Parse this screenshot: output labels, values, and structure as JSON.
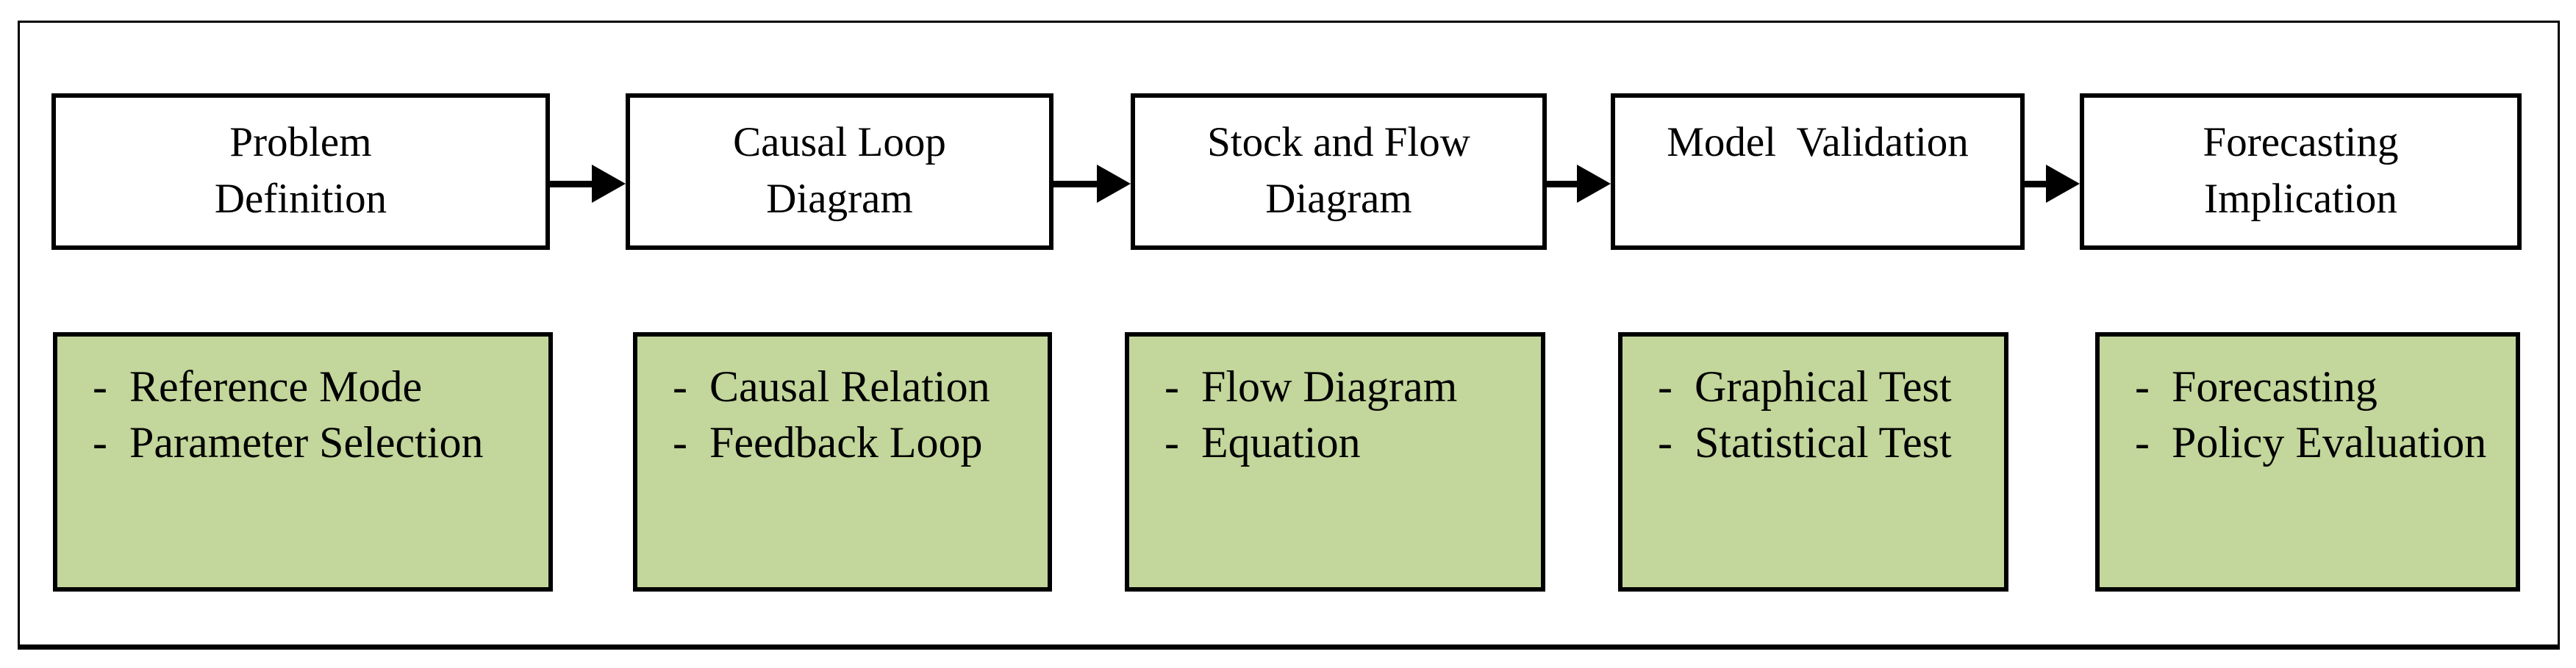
{
  "diagram": {
    "description": "System dynamics modeling process flowchart",
    "colors": {
      "background": "#ffffff",
      "stage_box_fill": "#ffffff",
      "detail_box_fill": "#c3d69b",
      "border": "#000000",
      "text": "#000000"
    },
    "bullet": "-",
    "columns": [
      {
        "title": "Problem\nDefinition",
        "details": [
          "Reference Mode",
          "Parameter Selection"
        ]
      },
      {
        "title": "Causal Loop\nDiagram",
        "details": [
          "Causal Relation",
          "Feedback Loop"
        ]
      },
      {
        "title": "Stock and Flow\nDiagram",
        "details": [
          "Flow Diagram",
          "Equation"
        ]
      },
      {
        "title": "Model  Validation",
        "details": [
          "Graphical Test",
          "Statistical Test"
        ]
      },
      {
        "title": "Forecasting\nImplication",
        "details": [
          "Forecasting",
          "Policy Evaluation"
        ]
      }
    ]
  }
}
